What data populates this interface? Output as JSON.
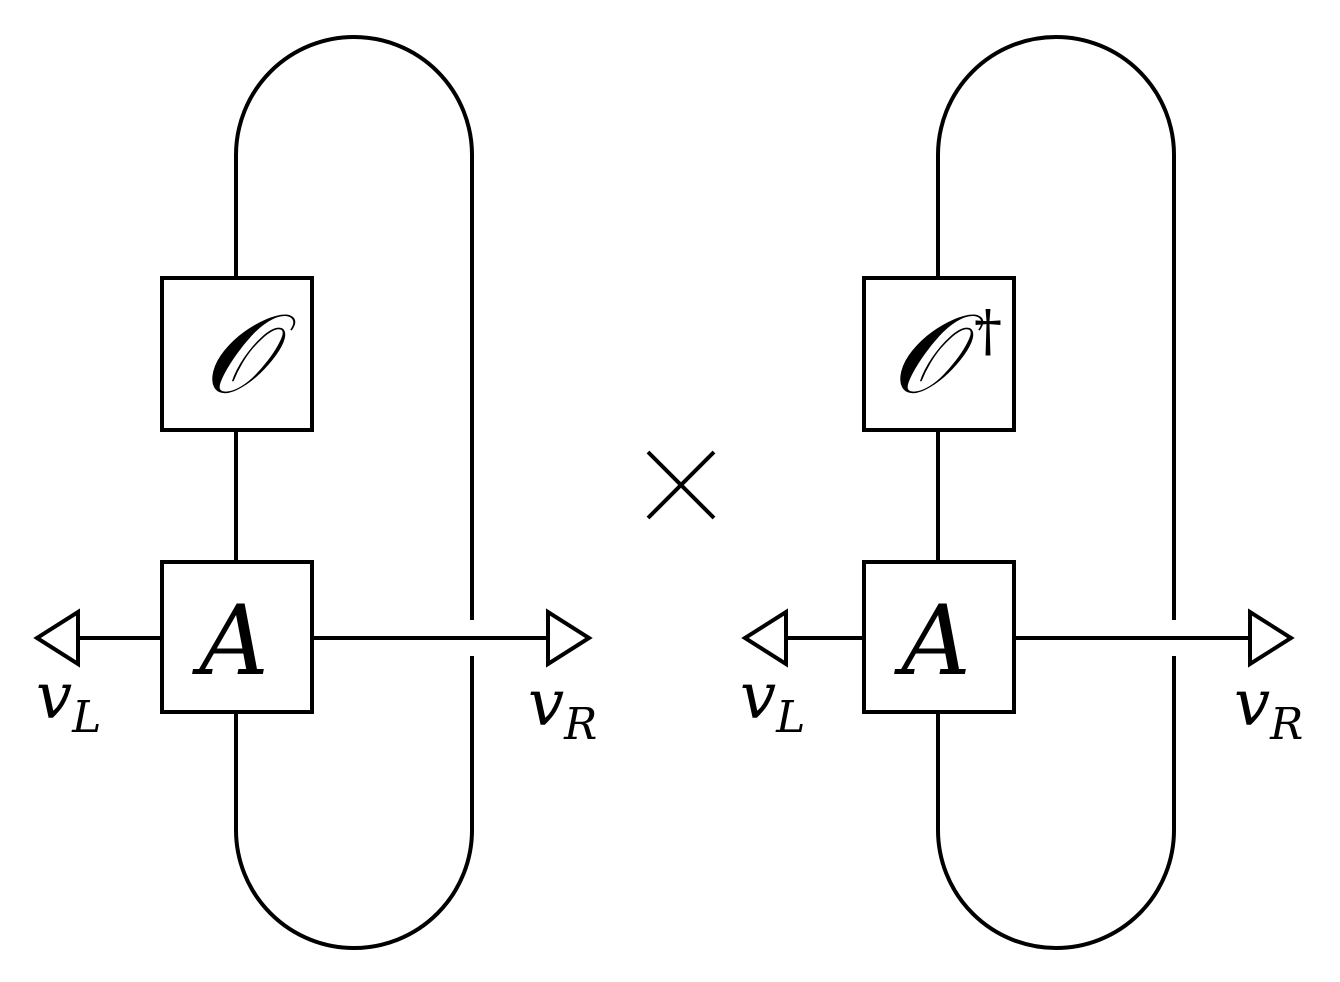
{
  "diagrams": [
    {
      "operator": "𝒪",
      "operator_sup": "",
      "tensor": "A",
      "left_vec": "v",
      "left_sub": "L",
      "right_vec": "v",
      "right_sub": "R"
    },
    {
      "operator": "𝒪",
      "operator_sup": "†",
      "tensor": "A",
      "left_vec": "v",
      "left_sub": "L",
      "right_vec": "v",
      "right_sub": "R"
    }
  ]
}
